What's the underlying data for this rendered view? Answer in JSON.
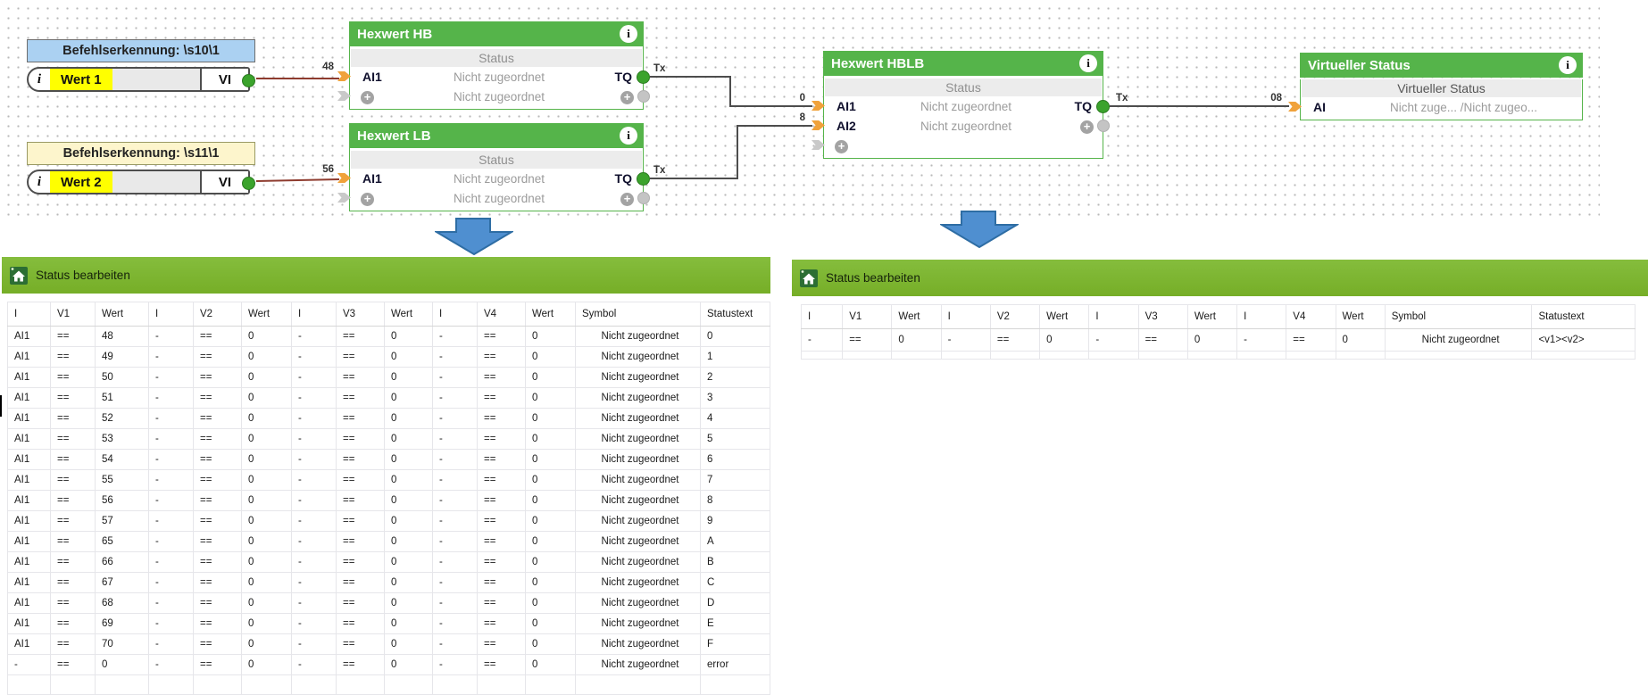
{
  "commands": {
    "c1": "Befehlserkennung: \\s10\\1",
    "c2": "Befehlserkennung: \\s11\\1"
  },
  "wert1": {
    "info": "i",
    "label": "Wert 1",
    "port": "VI"
  },
  "wert2": {
    "info": "i",
    "label": "Wert 2",
    "port": "VI"
  },
  "blocks": {
    "hb": {
      "title": "Hexwert HB",
      "status": "Status",
      "ai1": "AI1",
      "ai1_val": "Nicht zugeordnet",
      "tq": "TQ",
      "row2_val": "Nicht zugeordnet"
    },
    "lb": {
      "title": "Hexwert LB",
      "status": "Status",
      "ai1": "AI1",
      "ai1_val": "Nicht zugeordnet",
      "tq": "TQ",
      "row2_val": "Nicht zugeordnet"
    },
    "hblb": {
      "title": "Hexwert HBLB",
      "status": "Status",
      "ai1": "AI1",
      "ai1_val": "Nicht zugeordnet",
      "ai2": "AI2",
      "ai2_val": "Nicht zugeordnet",
      "tq": "TQ"
    },
    "vs": {
      "title": "Virtueller Status",
      "subtitle": "Virtueller Status",
      "ai": "AI",
      "ai_val": "Nicht zuge... /Nicht zugeo..."
    }
  },
  "icons": {
    "info": "i",
    "plus": "+"
  },
  "wire_labels": {
    "in_hb": "48",
    "in_lb": "56",
    "tx_hb": "Tx",
    "tx_lb": "Tx",
    "tx_hblb": "Tx",
    "in_ai1": "0",
    "in_ai2": "8",
    "in_ai": "08"
  },
  "dialog_left": {
    "title": "Status bearbeiten",
    "columns": [
      "I",
      "V1",
      "Wert",
      "I",
      "V2",
      "Wert",
      "I",
      "V3",
      "Wert",
      "I",
      "V4",
      "Wert",
      "Symbol",
      "Statustext"
    ],
    "rows": [
      [
        "AI1",
        "==",
        "48",
        "-",
        "==",
        "0",
        "-",
        "==",
        "0",
        "-",
        "==",
        "0",
        "Nicht zugeordnet",
        "0"
      ],
      [
        "AI1",
        "==",
        "49",
        "-",
        "==",
        "0",
        "-",
        "==",
        "0",
        "-",
        "==",
        "0",
        "Nicht zugeordnet",
        "1"
      ],
      [
        "AI1",
        "==",
        "50",
        "-",
        "==",
        "0",
        "-",
        "==",
        "0",
        "-",
        "==",
        "0",
        "Nicht zugeordnet",
        "2"
      ],
      [
        "AI1",
        "==",
        "51",
        "-",
        "==",
        "0",
        "-",
        "==",
        "0",
        "-",
        "==",
        "0",
        "Nicht zugeordnet",
        "3"
      ],
      [
        "AI1",
        "==",
        "52",
        "-",
        "==",
        "0",
        "-",
        "==",
        "0",
        "-",
        "==",
        "0",
        "Nicht zugeordnet",
        "4"
      ],
      [
        "AI1",
        "==",
        "53",
        "-",
        "==",
        "0",
        "-",
        "==",
        "0",
        "-",
        "==",
        "0",
        "Nicht zugeordnet",
        "5"
      ],
      [
        "AI1",
        "==",
        "54",
        "-",
        "==",
        "0",
        "-",
        "==",
        "0",
        "-",
        "==",
        "0",
        "Nicht zugeordnet",
        "6"
      ],
      [
        "AI1",
        "==",
        "55",
        "-",
        "==",
        "0",
        "-",
        "==",
        "0",
        "-",
        "==",
        "0",
        "Nicht zugeordnet",
        "7"
      ],
      [
        "AI1",
        "==",
        "56",
        "-",
        "==",
        "0",
        "-",
        "==",
        "0",
        "-",
        "==",
        "0",
        "Nicht zugeordnet",
        "8"
      ],
      [
        "AI1",
        "==",
        "57",
        "-",
        "==",
        "0",
        "-",
        "==",
        "0",
        "-",
        "==",
        "0",
        "Nicht zugeordnet",
        "9"
      ],
      [
        "AI1",
        "==",
        "65",
        "-",
        "==",
        "0",
        "-",
        "==",
        "0",
        "-",
        "==",
        "0",
        "Nicht zugeordnet",
        "A"
      ],
      [
        "AI1",
        "==",
        "66",
        "-",
        "==",
        "0",
        "-",
        "==",
        "0",
        "-",
        "==",
        "0",
        "Nicht zugeordnet",
        "B"
      ],
      [
        "AI1",
        "==",
        "67",
        "-",
        "==",
        "0",
        "-",
        "==",
        "0",
        "-",
        "==",
        "0",
        "Nicht zugeordnet",
        "C"
      ],
      [
        "AI1",
        "==",
        "68",
        "-",
        "==",
        "0",
        "-",
        "==",
        "0",
        "-",
        "==",
        "0",
        "Nicht zugeordnet",
        "D"
      ],
      [
        "AI1",
        "==",
        "69",
        "-",
        "==",
        "0",
        "-",
        "==",
        "0",
        "-",
        "==",
        "0",
        "Nicht zugeordnet",
        "E"
      ],
      [
        "AI1",
        "==",
        "70",
        "-",
        "==",
        "0",
        "-",
        "==",
        "0",
        "-",
        "==",
        "0",
        "Nicht zugeordnet",
        "F"
      ],
      [
        "-",
        "==",
        "0",
        "-",
        "==",
        "0",
        "-",
        "==",
        "0",
        "-",
        "==",
        "0",
        "Nicht zugeordnet",
        "error"
      ]
    ]
  },
  "dialog_right": {
    "title": "Status bearbeiten",
    "columns": [
      "I",
      "V1",
      "Wert",
      "I",
      "V2",
      "Wert",
      "I",
      "V3",
      "Wert",
      "I",
      "V4",
      "Wert",
      "Symbol",
      "Statustext"
    ],
    "rows": [
      [
        "-",
        "==",
        "0",
        "-",
        "==",
        "0",
        "-",
        "==",
        "0",
        "-",
        "==",
        "0",
        "Nicht zugeordnet",
        "<v1><v2>"
      ]
    ]
  },
  "colors": {
    "block_header_green": "#55b44a",
    "dialog_title_green": "#7cb42e",
    "command_blue": "#abd1f2",
    "command_yellow": "#fdf5cc",
    "wert_highlight_yellow": "#ffff00",
    "wire_red": "#8e3b2e",
    "wire_gray": "#4d4d4d",
    "connector_orange": "#f0a23b",
    "connector_green": "#3ba32c",
    "blue_arrow": "#4f8fd0"
  }
}
